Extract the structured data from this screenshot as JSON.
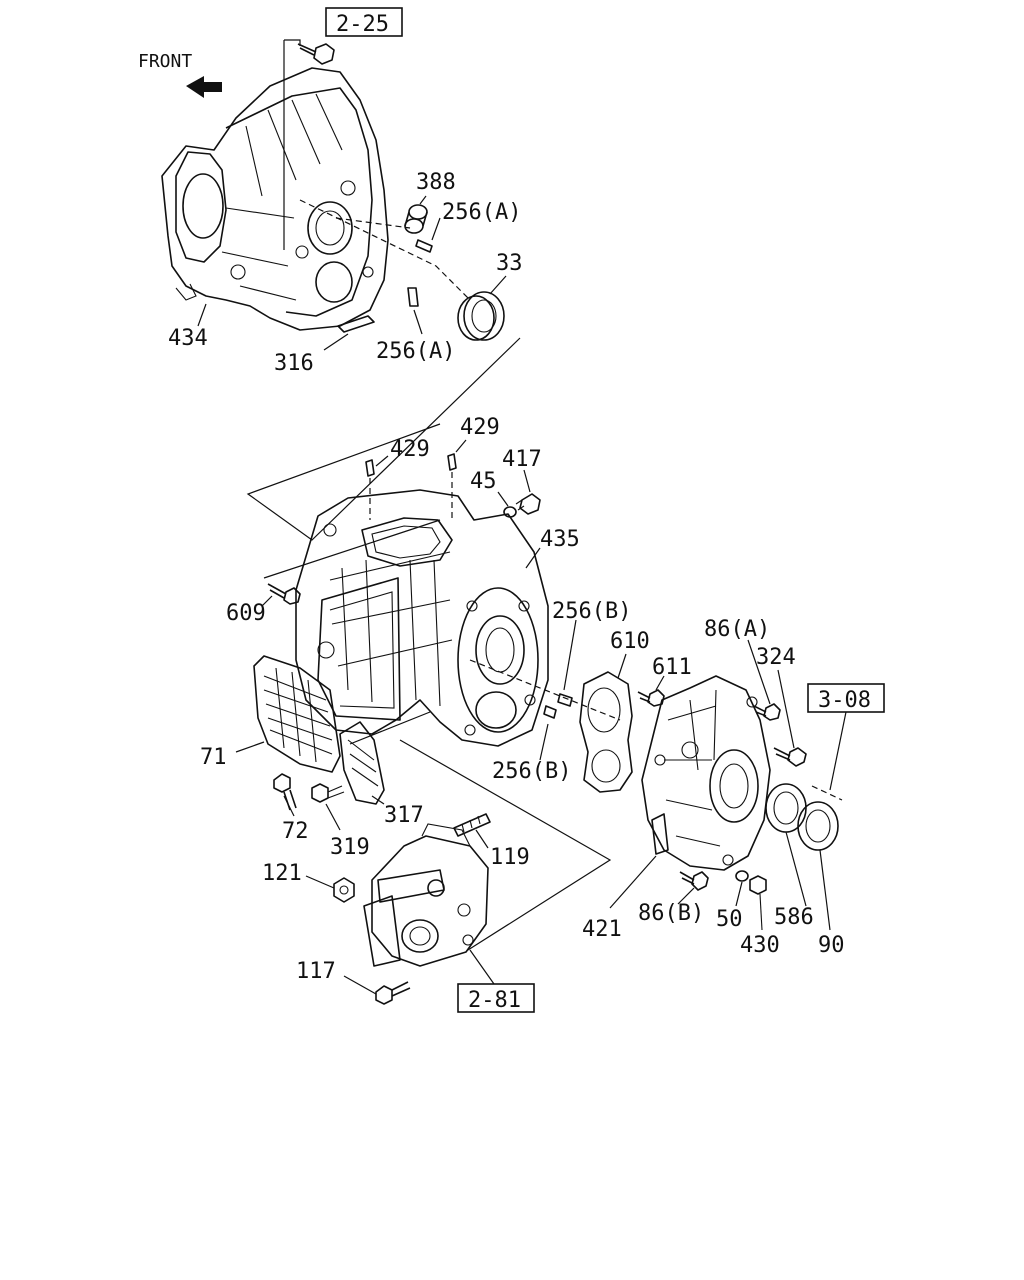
{
  "orientation_label": "FRONT",
  "references": [
    {
      "id": "ref-2-25",
      "text": "2-25"
    },
    {
      "id": "ref-3-08",
      "text": "3-08"
    },
    {
      "id": "ref-2-81",
      "text": "2-81"
    }
  ],
  "callouts": {
    "p388": "388",
    "p256a_top": "256(A)",
    "p33": "33",
    "p434": "434",
    "p316": "316",
    "p256a_bottom": "256(A)",
    "p429_left": "429",
    "p429_right": "429",
    "p417": "417",
    "p45": "45",
    "p435": "435",
    "p609": "609",
    "p256b_top": "256(B)",
    "p610": "610",
    "p611": "611",
    "p86a": "86(A)",
    "p324": "324",
    "p71": "71",
    "p256b_bottom": "256(B)",
    "p72": "72",
    "p319": "319",
    "p317": "317",
    "p119": "119",
    "p121": "121",
    "p421": "421",
    "p86b": "86(B)",
    "p50": "50",
    "p586": "586",
    "p90": "90",
    "p430": "430",
    "p117": "117"
  }
}
